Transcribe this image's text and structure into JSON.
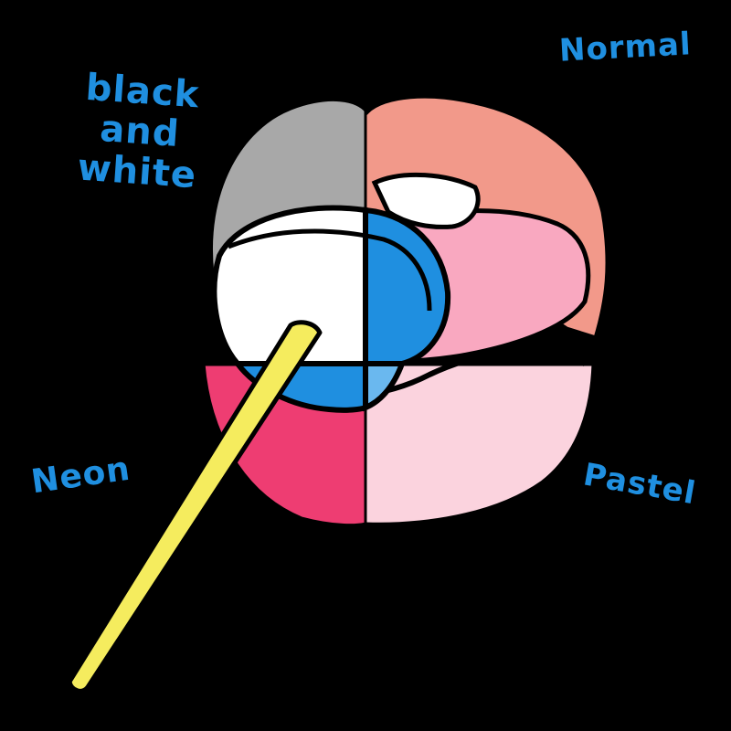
{
  "labels": {
    "black_and_white": "black and white",
    "normal": "Normal",
    "neon": "Neon",
    "pastel": "Pastel"
  },
  "colors": {
    "background": "#000000",
    "label_text": "#1f8fe0",
    "bw_lip": "#a8a8a8",
    "normal_lip": "#f2998a",
    "neon_lip": "#ee3d72",
    "pastel_lip": "#fbd3de",
    "tongue": "#f9a8c0",
    "candy_blue": "#1f8fe0",
    "stick_yellow": "#f5ec5e"
  }
}
